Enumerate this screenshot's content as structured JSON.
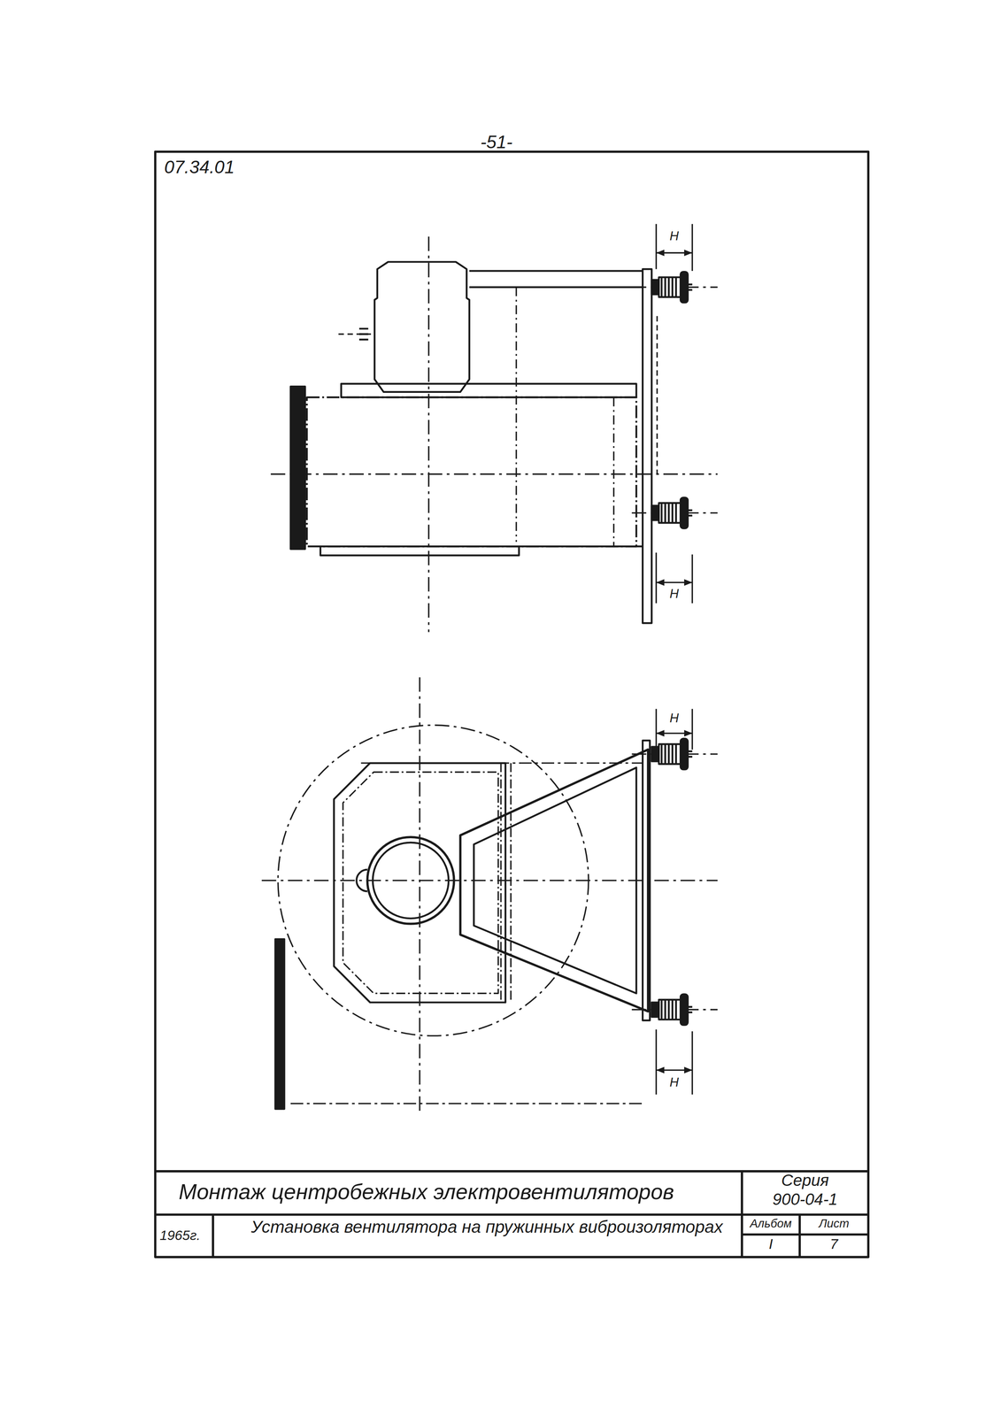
{
  "diagram": {
    "labels": [
      "-51-",
      "07.34.01",
      "H",
      "H",
      "H",
      "H",
      "Монтаж центробежных электровентиляторов",
      "Серия",
      "900-04-1",
      "1965г.",
      "Установка вентилятора на пружинных виброизоляторах",
      "Альбом",
      "I",
      "Лист",
      "7"
    ]
  }
}
